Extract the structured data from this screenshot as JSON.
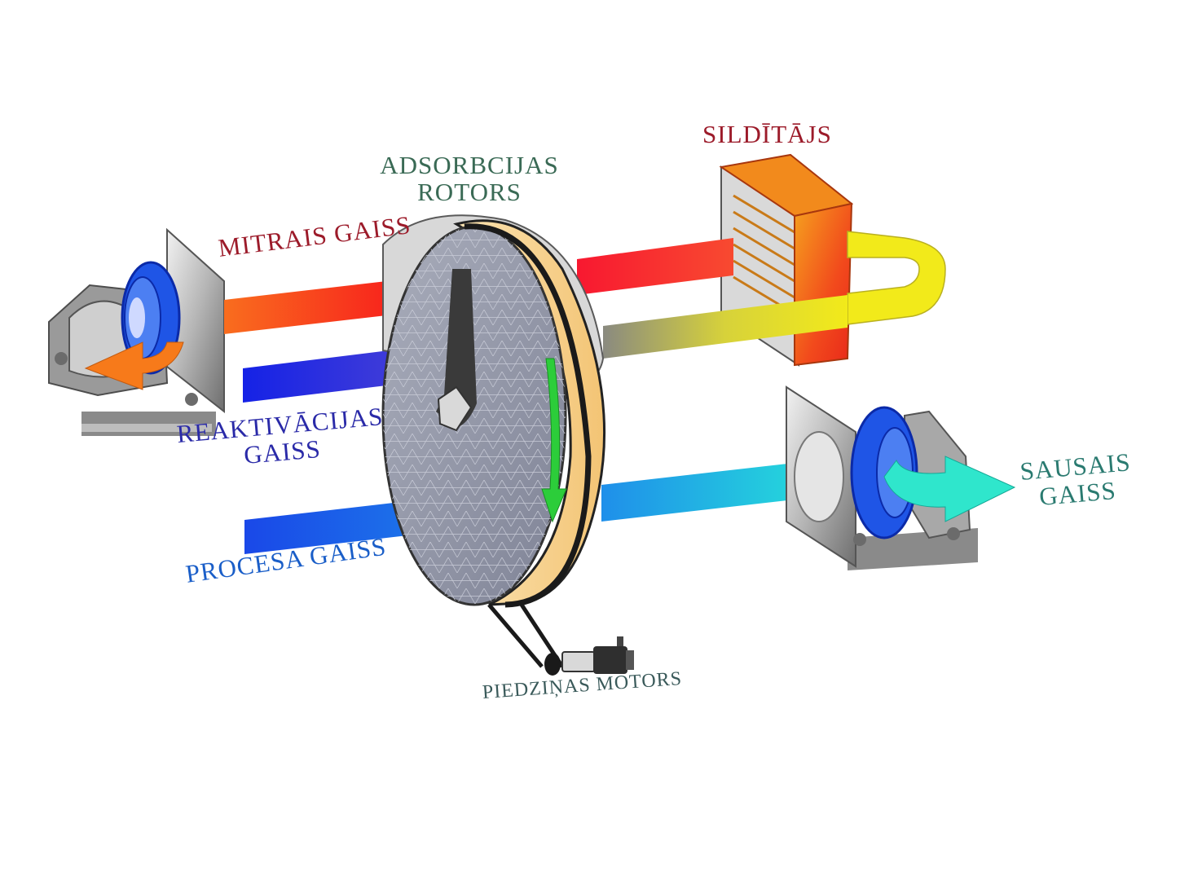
{
  "labels": {
    "rotor": {
      "line1": "ADSORBCIJAS",
      "line2": "ROTORS"
    },
    "heater": "SILDĪTĀJS",
    "humid_air": "MITRAIS GAISS",
    "reactivation_air": {
      "line1": "REAKTIVĀCIJAS",
      "line2": "GAISS"
    },
    "process_air": "PROCESA GAISS",
    "dry_air": {
      "line1": "SAUSAIS",
      "line2": "GAISS"
    },
    "drive_motor": "PIEDZIŅAS MOTORS"
  },
  "colors": {
    "rotor_label": "#3a6a55",
    "heater_label": "#9c1b2a",
    "humid_label": "#9c1b2a",
    "reactivation_label": "#2a2aa8",
    "process_label": "#1a5ec8",
    "dry_label": "#2a7a70",
    "motor_label": "#3a5a5a",
    "rotor_face": "#8c8f9f",
    "rotor_rim": "#f7cf86",
    "heater": "#f0321a",
    "loop_duct": "#f2ea1a"
  },
  "icons": [
    "left-fan-icon",
    "right-fan-icon",
    "drive-motor-icon",
    "rotation-arrow-icon"
  ]
}
